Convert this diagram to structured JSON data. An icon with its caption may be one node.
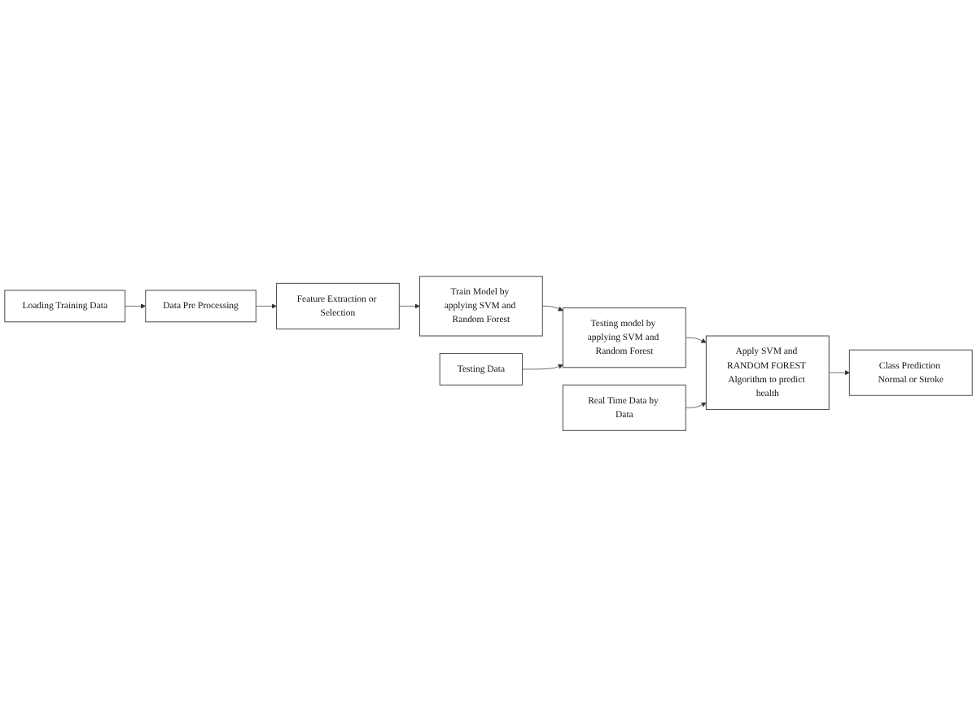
{
  "diagram": {
    "nodes": [
      {
        "text": [
          "Loading Training Data"
        ]
      },
      {
        "text": [
          "Data Pre Processing"
        ]
      },
      {
        "text": [
          "Feature Extraction or Selection"
        ]
      },
      {
        "text": [
          "Train Model by applying SVM and Random Forest"
        ]
      },
      {
        "text": [
          "Testing Data"
        ]
      },
      {
        "text": [
          "Testing model by applying SVM and Random Forest"
        ]
      },
      {
        "text": [
          "Real Time Data by Data"
        ]
      },
      {
        "text": [
          "Apply SVM and RANDOM FOREST Algorithm to predict health"
        ]
      },
      {
        "text": [
          "Class Prediction Normal or Stroke"
        ]
      }
    ],
    "edges": [
      {
        "from": 0,
        "to": 1,
        "arrow": "to"
      },
      {
        "from": 1,
        "to": 2,
        "arrow": "to"
      },
      {
        "from": 2,
        "to": 3,
        "arrow": "to"
      },
      {
        "from": 3,
        "to": 5,
        "arrow": "to"
      },
      {
        "from": 4,
        "to": 5,
        "arrow": "to"
      },
      {
        "from": 5,
        "to": 7,
        "arrow": "to"
      },
      {
        "from": 6,
        "to": 7,
        "arrow": "to"
      },
      {
        "from": 7,
        "to": 8,
        "arrow": "to"
      }
    ]
  }
}
